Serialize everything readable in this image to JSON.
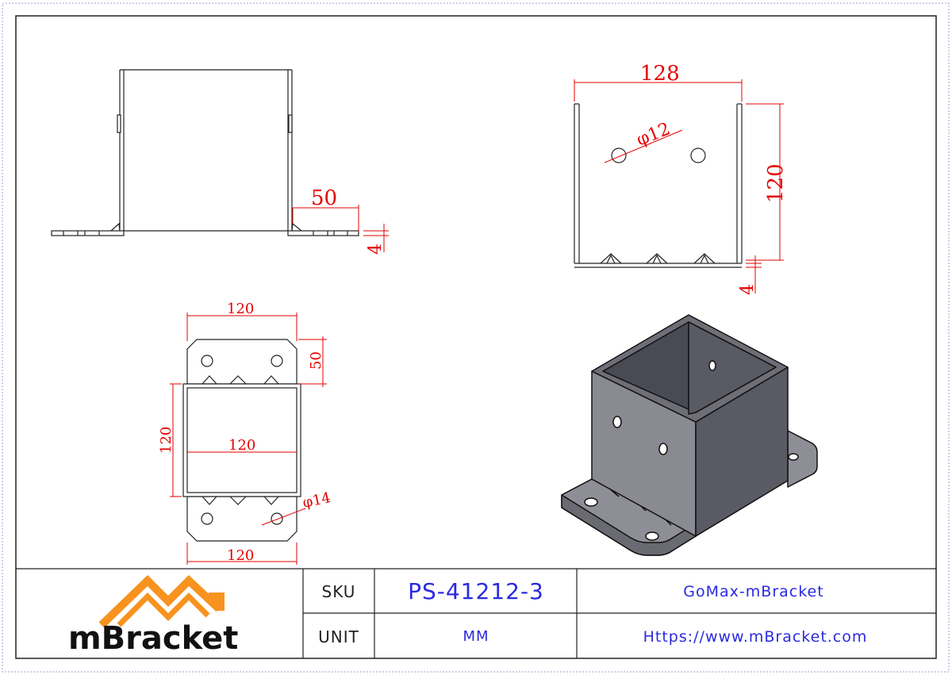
{
  "drawing": {
    "front_view": {
      "flange_length": "50",
      "thickness": "4"
    },
    "side_view": {
      "width": "128",
      "height": "120",
      "hole_diameter": "φ12",
      "thickness": "4"
    },
    "top_view": {
      "width_top": "120",
      "flange_length": "50",
      "height": "120",
      "inner_width": "120",
      "hole_diameter": "φ14",
      "width_bottom": "120"
    }
  },
  "title_block": {
    "logo_text": "mBracket",
    "sku_label": "SKU",
    "sku_value": "PS-41212-3",
    "unit_label": "UNIT",
    "unit_value": "MM",
    "brand": "GoMax-mBracket",
    "website": "Https://www.mBracket.com"
  },
  "colors": {
    "dimension": "#e60000",
    "title_text": "#2a2ae0",
    "logo_orange": "#f7931e",
    "steel": "#5e5e66"
  }
}
